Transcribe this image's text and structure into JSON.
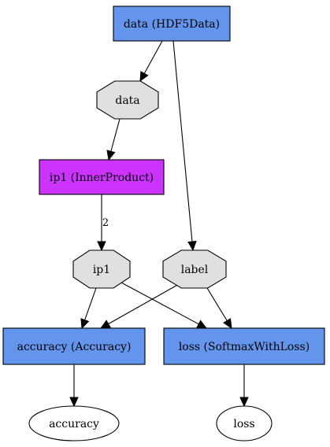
{
  "colors": {
    "layer_blue": "#6495ED",
    "layer_purple": "#CC33FF",
    "blob_gray": "#E0E0E0",
    "output_white": "#FFFFFF",
    "stroke": "#000000"
  },
  "nodes": {
    "data_layer": {
      "label": "data (HDF5Data)",
      "shape": "box",
      "color": "layer_blue"
    },
    "data_blob": {
      "label": "data",
      "shape": "octagon",
      "color": "blob_gray"
    },
    "ip1_layer": {
      "label": "ip1 (InnerProduct)",
      "shape": "box",
      "color": "layer_purple"
    },
    "ip1_blob": {
      "label": "ip1",
      "shape": "octagon",
      "color": "blob_gray"
    },
    "label_blob": {
      "label": "label",
      "shape": "octagon",
      "color": "blob_gray"
    },
    "accuracy_layer": {
      "label": "accuracy (Accuracy)",
      "shape": "box",
      "color": "layer_blue"
    },
    "loss_layer": {
      "label": "loss (SoftmaxWithLoss)",
      "shape": "box",
      "color": "layer_blue"
    },
    "accuracy_out": {
      "label": "accuracy",
      "shape": "ellipse",
      "color": "output_white"
    },
    "loss_out": {
      "label": "loss",
      "shape": "ellipse",
      "color": "output_white"
    }
  },
  "edges": [
    {
      "from": "data_layer",
      "to": "data_blob",
      "label": ""
    },
    {
      "from": "data_layer",
      "to": "label_blob",
      "label": ""
    },
    {
      "from": "data_blob",
      "to": "ip1_layer",
      "label": ""
    },
    {
      "from": "ip1_layer",
      "to": "ip1_blob",
      "label": "2"
    },
    {
      "from": "ip1_blob",
      "to": "accuracy_layer",
      "label": ""
    },
    {
      "from": "ip1_blob",
      "to": "loss_layer",
      "label": ""
    },
    {
      "from": "label_blob",
      "to": "accuracy_layer",
      "label": ""
    },
    {
      "from": "label_blob",
      "to": "loss_layer",
      "label": ""
    },
    {
      "from": "accuracy_layer",
      "to": "accuracy_out",
      "label": ""
    },
    {
      "from": "loss_layer",
      "to": "loss_out",
      "label": ""
    }
  ]
}
